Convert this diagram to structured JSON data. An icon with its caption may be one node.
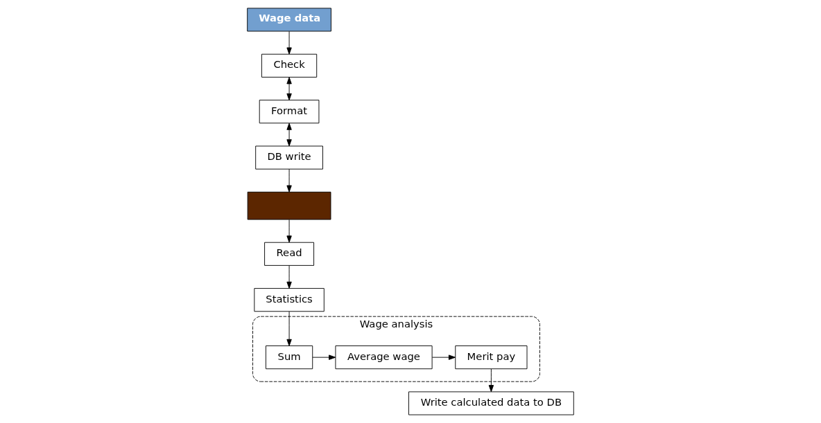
{
  "diagram": {
    "nodes": [
      {
        "text": [
          "Wage data"
        ]
      },
      {
        "text": [
          "Check"
        ]
      },
      {
        "text": [
          "Format"
        ]
      },
      {
        "text": [
          "DB write"
        ]
      },
      {
        "text": [
          "Statistics"
        ]
      },
      {
        "text": [
          "Read"
        ]
      },
      {
        "text": [],
        "shape": "box"
      },
      {
        "text": [
          "Wage analysis"
        ]
      },
      {
        "text": [
          "Sum"
        ],
        "in": 7
      },
      {
        "text": [
          "Average wage"
        ],
        "in": 7
      },
      {
        "text": [
          "Merit pay"
        ],
        "in": 7
      },
      {
        "text": [
          "Write calculated data to DB"
        ]
      }
    ],
    "edges": [
      {
        "from": 0,
        "to": 1,
        "arrow": "to"
      },
      {
        "from": 1,
        "to": 2,
        "arrow": "both"
      },
      {
        "from": 2,
        "to": 3,
        "arrow": "both"
      },
      {
        "from": 3,
        "to": 6,
        "arrow": "to"
      },
      {
        "from": 6,
        "to": 5,
        "arrow": "to"
      },
      {
        "from": 5,
        "to": 4,
        "arrow": "to"
      },
      {
        "from": 4,
        "to": 8,
        "arrow": "to"
      },
      {
        "from": 8,
        "to": 9,
        "arrow": "to"
      },
      {
        "from": 9,
        "to": 10,
        "arrow": "to"
      },
      {
        "from": 10,
        "to": 11,
        "arrow": "to"
      }
    ]
  }
}
